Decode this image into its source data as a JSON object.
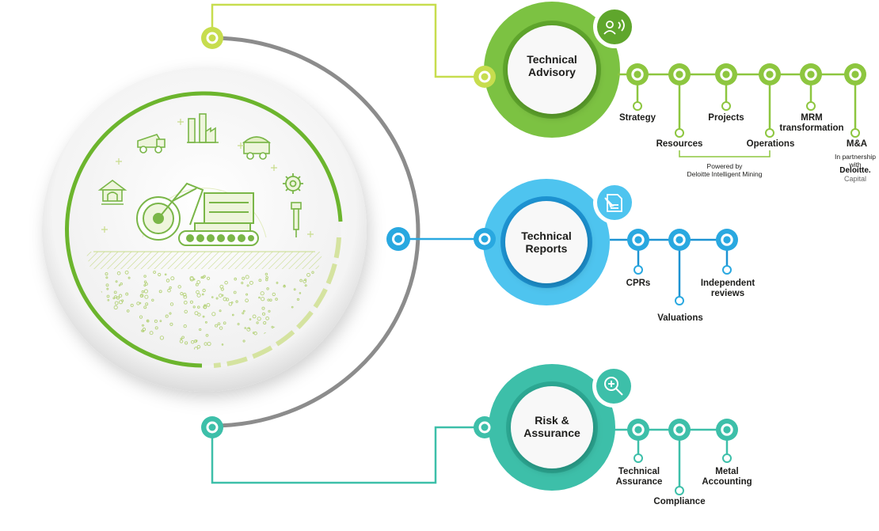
{
  "colors": {
    "green": "#8dc63f",
    "green_dark": "#6cb52d",
    "blue": "#29a8e0",
    "teal": "#3dbfa9",
    "gray": "#8c8c8c",
    "light_green": "#d5e3a0"
  },
  "hubs": {
    "advisory": {
      "title_line1": "Technical",
      "title_line2": "Advisory",
      "icon": "person-speaking-icon",
      "items": [
        {
          "label": "Strategy"
        },
        {
          "label": "Resources"
        },
        {
          "label": "Projects"
        },
        {
          "label": "Operations"
        },
        {
          "label_line1": "MRM",
          "label_line2": "transformation"
        },
        {
          "label": "M&A"
        }
      ],
      "powered_by_line1": "Powered by",
      "powered_by_line2": "Deloitte Intelligent Mining",
      "partnership_line1": "In partnership",
      "partnership_line2": "with",
      "partner_brand": "Deloitte.",
      "partner_brand_sub": "Capital"
    },
    "reports": {
      "title_line1": "Technical",
      "title_line2": "Reports",
      "icon": "document-edit-icon",
      "items": [
        {
          "label": "CPRs"
        },
        {
          "label": "Valuations"
        },
        {
          "label_line1": "Independent",
          "label_line2": "reviews"
        }
      ]
    },
    "risk": {
      "title_line1": "Risk &",
      "title_line2": "Assurance",
      "icon": "magnifier-plus-icon",
      "items": [
        {
          "label_line1": "Technical",
          "label_line2": "Assurance"
        },
        {
          "label": "Compliance"
        },
        {
          "label_line1": "Metal",
          "label_line2": "Accounting"
        }
      ]
    }
  },
  "illustration": {
    "icons": [
      "mining-truck-icon",
      "factory-icon",
      "ore-cart-icon",
      "mine-entrance-icon",
      "gear-icon",
      "jackhammer-icon",
      "bucket-wheel-excavator-icon"
    ]
  }
}
